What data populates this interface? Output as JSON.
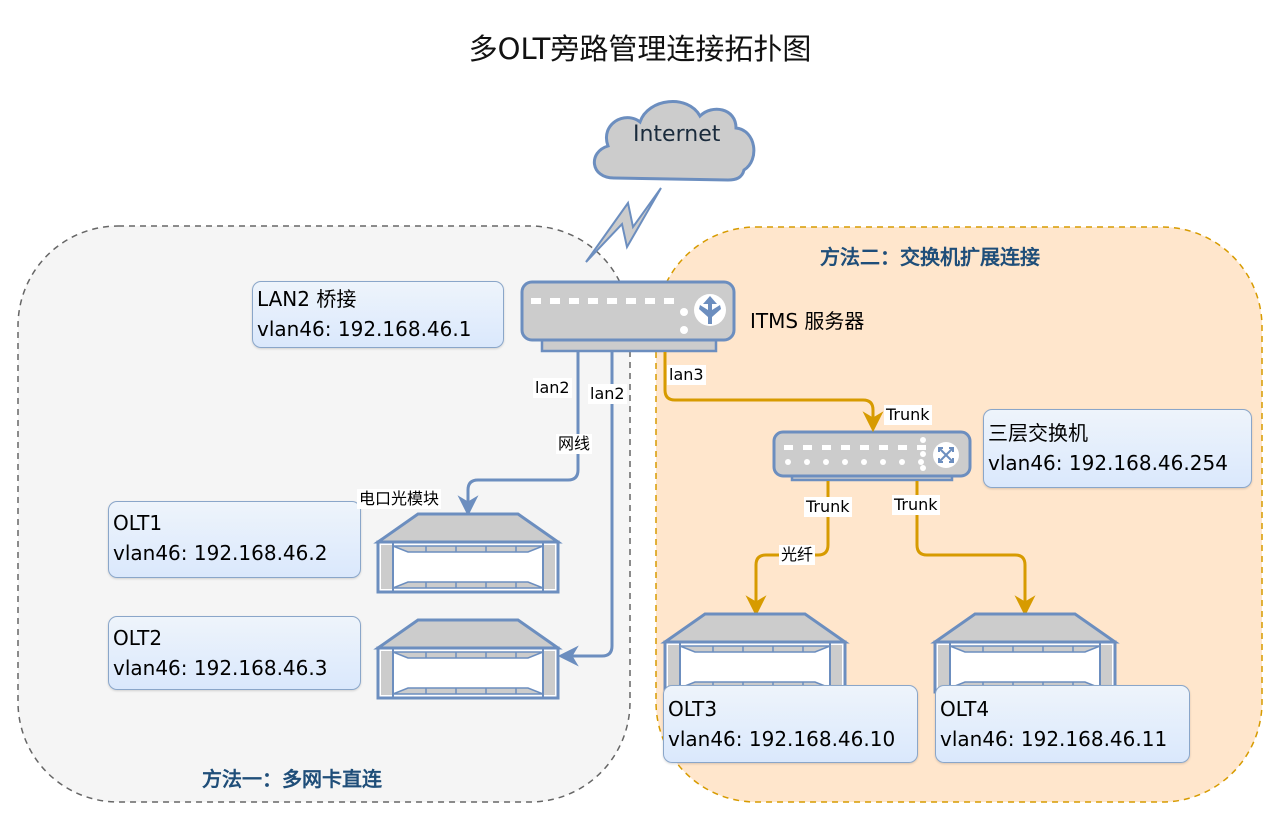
{
  "title": "多OLT旁路管理连接拓扑图",
  "colors": {
    "method1_fill": "#f5f5f5",
    "method1_border": "#666666",
    "method2_fill": "#ffe6cc",
    "method2_border": "#d79b00",
    "device_stroke": "#6c8ebf",
    "device_fill": "#cccccc",
    "link_blue": "#6c8ebf",
    "link_orange": "#d79b00",
    "region_label": "#1f4e79"
  },
  "cloud": {
    "label": "Internet",
    "icon": "cloud-icon"
  },
  "regions": {
    "method1": {
      "label": "方法一：多网卡直连"
    },
    "method2": {
      "label": "方法二：交换机扩展连接"
    }
  },
  "server": {
    "label": "ITMS 服务器",
    "icon": "router-icon",
    "info": {
      "line1": "LAN2 桥接",
      "line2": "vlan46: 192.168.46.1"
    }
  },
  "switch": {
    "icon": "l3-switch-icon",
    "info": {
      "line1": "三层交换机",
      "line2": "vlan46: 192.168.46.254"
    }
  },
  "olts": [
    {
      "name": "OLT1",
      "ip": "vlan46: 192.168.46.2"
    },
    {
      "name": "OLT2",
      "ip": "vlan46: 192.168.46.3"
    },
    {
      "name": "OLT3",
      "ip": "vlan46: 192.168.46.10"
    },
    {
      "name": "OLT4",
      "ip": "vlan46: 192.168.46.11"
    }
  ],
  "links": {
    "lan2_a": "lan2",
    "lan2_b": "lan2",
    "cable": "网线",
    "module": "电口光模块",
    "lan3": "lan3",
    "trunk_in": "Trunk",
    "trunk_left": "Trunk",
    "trunk_right": "Trunk",
    "fiber": "光纤"
  }
}
